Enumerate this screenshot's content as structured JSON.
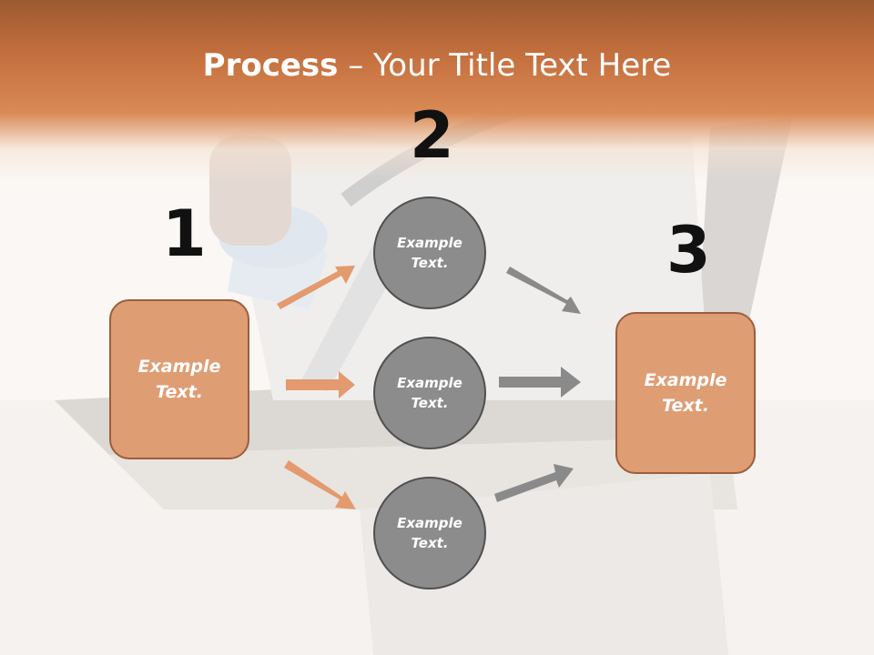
{
  "title": {
    "bold": "Process",
    "dash": " – ",
    "rest": "Your Title Text Here"
  },
  "numbers": [
    "1",
    "2",
    "3"
  ],
  "left_box": {
    "label": "Example Text."
  },
  "circles": [
    {
      "label": "Example Text."
    },
    {
      "label": "Example Text."
    },
    {
      "label": "Example Text."
    }
  ],
  "right_box": {
    "label": "Example Text."
  },
  "colors": {
    "accent": "#df9d74",
    "header": "#c46f3e",
    "circle": "#8c8c8c",
    "arrow_orange": "#e39a6e",
    "arrow_gray": "#8a8a8a"
  }
}
